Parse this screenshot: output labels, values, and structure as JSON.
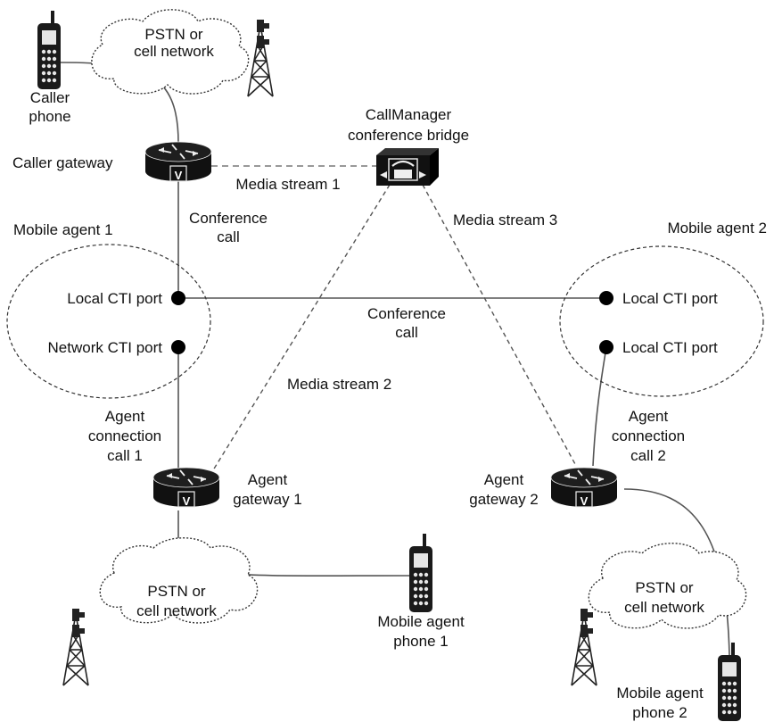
{
  "labels": {
    "pstn_top": [
      "PSTN or",
      "cell network"
    ],
    "caller_phone": [
      "Caller",
      "phone"
    ],
    "caller_gateway": "Caller gateway",
    "callmanager": [
      "CallManager",
      "conference bridge"
    ],
    "media_stream_1": "Media stream 1",
    "media_stream_2": "Media stream 2",
    "media_stream_3": "Media stream 3",
    "conference_call_1": [
      "Conference",
      "call"
    ],
    "conference_call_2": [
      "Conference",
      "call"
    ],
    "mobile_agent_1": "Mobile agent 1",
    "mobile_agent_2": "Mobile agent 2",
    "local_cti_1": "Local CTI port",
    "network_cti_1": "Network CTI port",
    "local_cti_2a": "Local CTI port",
    "local_cti_2b": "Local CTI port",
    "agent_conn_1": [
      "Agent",
      "connection",
      "call 1"
    ],
    "agent_conn_2": [
      "Agent",
      "connection",
      "call 2"
    ],
    "agent_gateway_1": [
      "Agent",
      "gateway 1"
    ],
    "agent_gateway_2": [
      "Agent",
      "gateway 2"
    ],
    "pstn_bl": [
      "PSTN or",
      "cell network"
    ],
    "pstn_br": [
      "PSTN or",
      "cell network"
    ],
    "mobile_phone_1": [
      "Mobile agent",
      "phone 1"
    ],
    "mobile_phone_2": [
      "Mobile agent",
      "phone 2"
    ],
    "router_mark": "V"
  },
  "icons": [
    "phone-icon",
    "router-icon",
    "tower-icon",
    "cloud-icon",
    "conference-bridge-icon",
    "cti-port-icon"
  ]
}
